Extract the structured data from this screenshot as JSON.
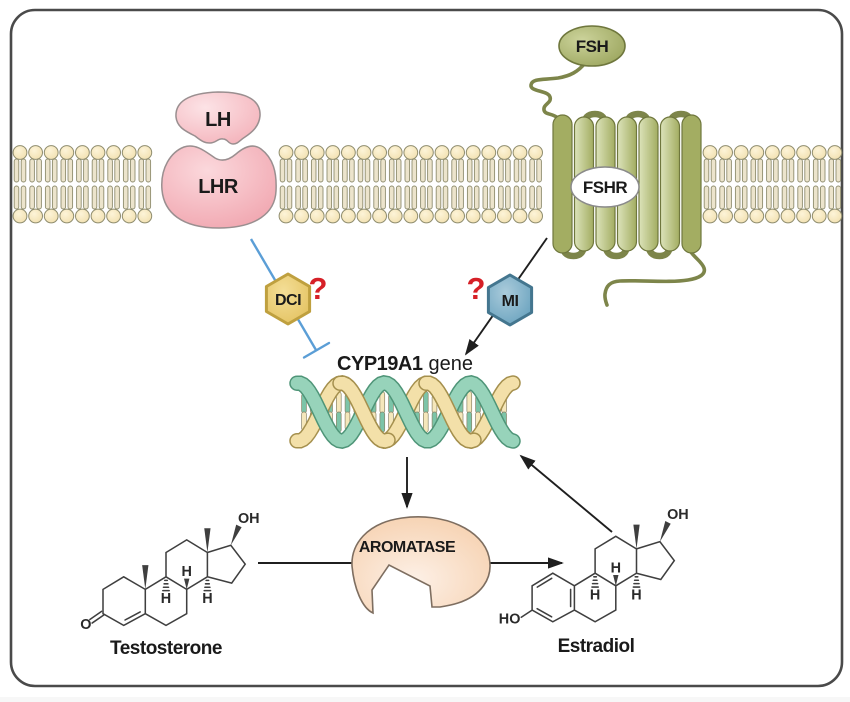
{
  "labels": {
    "lh": "LH",
    "lhr": "LHR",
    "fsh": "FSH",
    "fshr": "FSHR",
    "dci": "DCI",
    "mi": "MI",
    "question_mark": "?",
    "gene_name": "CYP19A1",
    "gene_word": "gene",
    "aromatase": "AROMATASE",
    "testosterone": "Testosterone",
    "estradiol": "Estradiol",
    "hydroxyl": "OH",
    "hydroxyl_left": "HO",
    "ketone_oxygen": "O",
    "stereo_hydrogen": "H"
  },
  "interactions": [
    {
      "from": "LH",
      "to": "LHR",
      "type": "ligand-binding"
    },
    {
      "from": "FSH",
      "to": "FSHR",
      "type": "ligand-binding"
    },
    {
      "from": "LHR",
      "through": "DCI",
      "to": "CYP19A1 gene",
      "type": "inhibition",
      "uncertain": true
    },
    {
      "from": "FSHR",
      "through": "MI",
      "to": "CYP19A1 gene",
      "type": "activation",
      "uncertain": true
    },
    {
      "from": "CYP19A1 gene",
      "to": "AROMATASE",
      "type": "expression"
    },
    {
      "from": "Testosterone",
      "through": "AROMATASE",
      "to": "Estradiol",
      "type": "conversion"
    },
    {
      "from": "Estradiol",
      "to": "CYP19A1 gene",
      "type": "feedback"
    }
  ],
  "colors": {
    "frame_stroke": "#4a4a4a",
    "membrane_head": "#f7e9c4",
    "membrane_head_hi": "#fdf4d8",
    "membrane_tail": "#ece4cc",
    "lipid_stroke": "#8f8d6f",
    "lh_fill": "#f6bcc2",
    "lhr_fill": "#f2a9b2",
    "pink_stroke": "#9a8f90",
    "receptor_green": "#a3ad62",
    "receptor_green_light": "#dce3ba",
    "receptor_stroke": "#6f773d",
    "loop_green": "#7d854a",
    "dci_fill": "#eed17a",
    "dci_stroke": "#bfa03f",
    "mi_fill": "#80b2cd",
    "mi_stroke": "#44768f",
    "question_red": "#d62027",
    "inhibit_blue": "#5b9ed6",
    "arrow_black": "#1f1f1f",
    "dna_teal": "#97d3ba",
    "dna_teal_stroke": "#4f9578",
    "dna_yellow": "#f3e0a9",
    "dna_yellow_stroke": "#a5904e",
    "rung_cream": "#f5e7bb",
    "rung_teal": "#7cc4a8",
    "aromatase_fill": "#f6d0ae",
    "aromatase_stroke": "#7e6e60",
    "molecule_stroke": "#3f3f3f"
  }
}
